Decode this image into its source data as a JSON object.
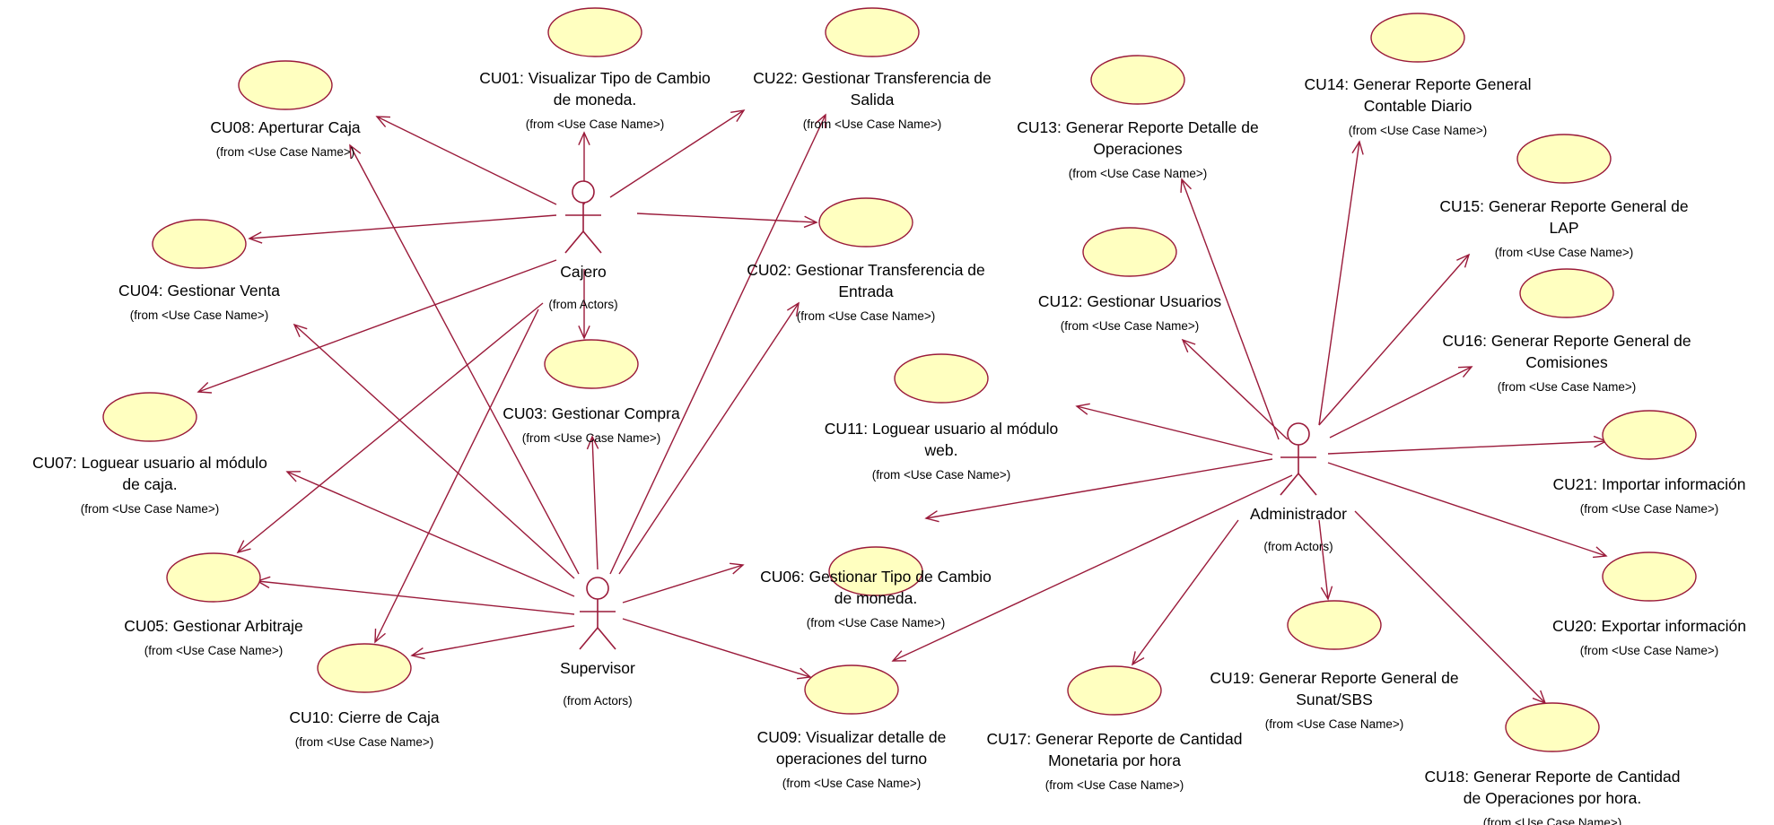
{
  "diagram": {
    "type": "uml-use-case",
    "colors": {
      "line": "#9a1a3a",
      "use_case_fill": "#ffffc0",
      "text": "#000000"
    },
    "actors": [
      {
        "id": "cajero",
        "name": "Cajero",
        "from": "(from Actors)"
      },
      {
        "id": "supervisor",
        "name": "Supervisor",
        "from": "(from Actors)"
      },
      {
        "id": "administrador",
        "name": "Administrador",
        "from": "(from Actors)"
      }
    ],
    "use_cases": [
      {
        "id": "cu01",
        "lines": [
          "CU01: Visualizar Tipo de Cambio",
          "de moneda."
        ],
        "from": "(from <Use Case Name>)"
      },
      {
        "id": "cu22",
        "lines": [
          "CU22: Gestionar Transferencia de",
          "Salida"
        ],
        "from": "(from <Use Case Name>)"
      },
      {
        "id": "cu08",
        "lines": [
          "CU08: Aperturar Caja"
        ],
        "from": "(from <Use Case Name>)"
      },
      {
        "id": "cu04",
        "lines": [
          "CU04: Gestionar Venta"
        ],
        "from": "(from <Use Case Name>)"
      },
      {
        "id": "cu02",
        "lines": [
          "CU02: Gestionar Transferencia de",
          "Entrada"
        ],
        "from": "(from <Use Case Name>)"
      },
      {
        "id": "cu03",
        "lines": [
          "CU03: Gestionar Compra"
        ],
        "from": "(from <Use Case Name>)"
      },
      {
        "id": "cu07",
        "lines": [
          "CU07: Loguear usuario al módulo",
          "de caja."
        ],
        "from": "(from <Use Case Name>)"
      },
      {
        "id": "cu05",
        "lines": [
          "CU05: Gestionar Arbitraje"
        ],
        "from": "(from <Use Case Name>)"
      },
      {
        "id": "cu10",
        "lines": [
          "CU10: Cierre de Caja"
        ],
        "from": "(from <Use Case Name>)"
      },
      {
        "id": "cu06",
        "lines": [
          "CU06: Gestionar Tipo de Cambio",
          "de moneda."
        ],
        "from": "(from <Use Case Name>)"
      },
      {
        "id": "cu09",
        "lines": [
          "CU09: Visualizar detalle de",
          "operaciones del turno"
        ],
        "from": "(from <Use Case Name>)"
      },
      {
        "id": "cu13",
        "lines": [
          "CU13: Generar Reporte Detalle de",
          "Operaciones"
        ],
        "from": "(from <Use Case Name>)"
      },
      {
        "id": "cu14",
        "lines": [
          "CU14: Generar Reporte General",
          "Contable Diario"
        ],
        "from": "(from <Use Case Name>)"
      },
      {
        "id": "cu15",
        "lines": [
          "CU15: Generar Reporte General de",
          "LAP"
        ],
        "from": "(from <Use Case Name>)"
      },
      {
        "id": "cu12",
        "lines": [
          "CU12: Gestionar Usuarios"
        ],
        "from": "(from <Use Case Name>)"
      },
      {
        "id": "cu16",
        "lines": [
          "CU16: Generar Reporte General de",
          "Comisiones"
        ],
        "from": "(from <Use Case Name>)"
      },
      {
        "id": "cu11",
        "lines": [
          "CU11: Loguear usuario al módulo",
          "web."
        ],
        "from": "(from <Use Case Name>)"
      },
      {
        "id": "cu21",
        "lines": [
          "CU21: Importar información"
        ],
        "from": "(from <Use Case Name>)"
      },
      {
        "id": "cu20",
        "lines": [
          "CU20: Exportar información"
        ],
        "from": "(from <Use Case Name>)"
      },
      {
        "id": "cu19",
        "lines": [
          "CU19: Generar Reporte General de",
          "Sunat/SBS"
        ],
        "from": "(from <Use Case Name>)"
      },
      {
        "id": "cu17",
        "lines": [
          "CU17: Generar Reporte de Cantidad",
          "Monetaria por hora"
        ],
        "from": "(from <Use Case Name>)"
      },
      {
        "id": "cu18",
        "lines": [
          "CU18: Generar Reporte de Cantidad",
          "de Operaciones por hora."
        ],
        "from": "(from <Use Case Name>)"
      }
    ],
    "associations": [
      {
        "actor": "cajero",
        "use_case": "cu01"
      },
      {
        "actor": "cajero",
        "use_case": "cu22"
      },
      {
        "actor": "cajero",
        "use_case": "cu08"
      },
      {
        "actor": "cajero",
        "use_case": "cu04"
      },
      {
        "actor": "cajero",
        "use_case": "cu02"
      },
      {
        "actor": "cajero",
        "use_case": "cu03"
      },
      {
        "actor": "cajero",
        "use_case": "cu07"
      },
      {
        "actor": "cajero",
        "use_case": "cu05"
      },
      {
        "actor": "cajero",
        "use_case": "cu10"
      },
      {
        "actor": "supervisor",
        "use_case": "cu08"
      },
      {
        "actor": "supervisor",
        "use_case": "cu04"
      },
      {
        "actor": "supervisor",
        "use_case": "cu22"
      },
      {
        "actor": "supervisor",
        "use_case": "cu02"
      },
      {
        "actor": "supervisor",
        "use_case": "cu03"
      },
      {
        "actor": "supervisor",
        "use_case": "cu07"
      },
      {
        "actor": "supervisor",
        "use_case": "cu05"
      },
      {
        "actor": "supervisor",
        "use_case": "cu10"
      },
      {
        "actor": "supervisor",
        "use_case": "cu06"
      },
      {
        "actor": "supervisor",
        "use_case": "cu09"
      },
      {
        "actor": "administrador",
        "use_case": "cu13"
      },
      {
        "actor": "administrador",
        "use_case": "cu14"
      },
      {
        "actor": "administrador",
        "use_case": "cu15"
      },
      {
        "actor": "administrador",
        "use_case": "cu12"
      },
      {
        "actor": "administrador",
        "use_case": "cu16"
      },
      {
        "actor": "administrador",
        "use_case": "cu11"
      },
      {
        "actor": "administrador",
        "use_case": "cu21"
      },
      {
        "actor": "administrador",
        "use_case": "cu20"
      },
      {
        "actor": "administrador",
        "use_case": "cu18"
      },
      {
        "actor": "administrador",
        "use_case": "cu19"
      },
      {
        "actor": "administrador",
        "use_case": "cu17"
      },
      {
        "actor": "administrador",
        "use_case": "cu06"
      },
      {
        "actor": "administrador",
        "use_case": "cu09"
      }
    ]
  }
}
